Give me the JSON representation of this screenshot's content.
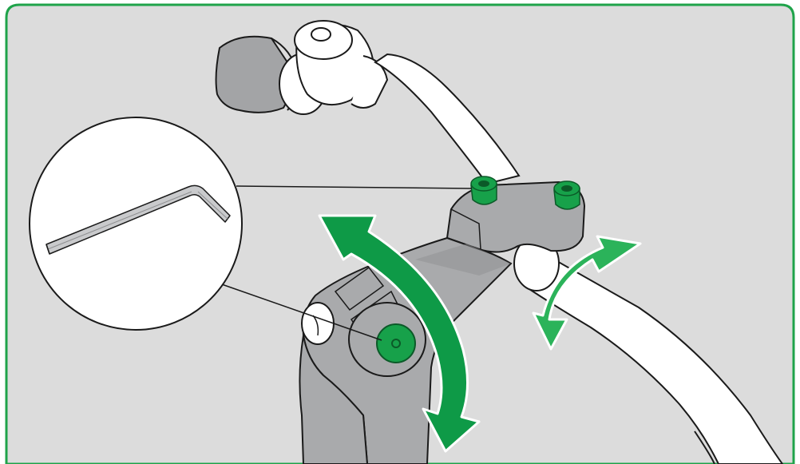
{
  "diagram": {
    "kind": "assembly-instruction",
    "panel": {
      "background": "#dcdcdc",
      "border": "#1fa34a"
    },
    "colors": {
      "bolt": "#17a14a",
      "arrow_primary": "#0e9a47",
      "arrow_secondary": "#2bb35a",
      "stem": "#a9aaac",
      "stem_shadow": "#8f9092",
      "handlebar": "#ffffff",
      "grip": "#a3a4a6",
      "outline": "#1a1a1a"
    },
    "parts": [
      {
        "id": "handlebar",
        "icon": "handlebar-icon"
      },
      {
        "id": "stem",
        "icon": "stem-icon"
      },
      {
        "id": "bell",
        "icon": "bell-icon"
      },
      {
        "id": "grip",
        "icon": "grip-icon"
      },
      {
        "id": "clamp-bolt-left",
        "icon": "bolt-icon"
      },
      {
        "id": "clamp-bolt-right",
        "icon": "bolt-icon"
      },
      {
        "id": "pivot-bolt",
        "icon": "bolt-icon"
      },
      {
        "id": "hex-key",
        "icon": "allen-key-icon"
      }
    ],
    "arrows": [
      {
        "id": "stem-angle-rotation",
        "icon": "curved-double-arrow-icon"
      },
      {
        "id": "handlebar-rotation",
        "icon": "curved-double-arrow-icon"
      }
    ]
  }
}
